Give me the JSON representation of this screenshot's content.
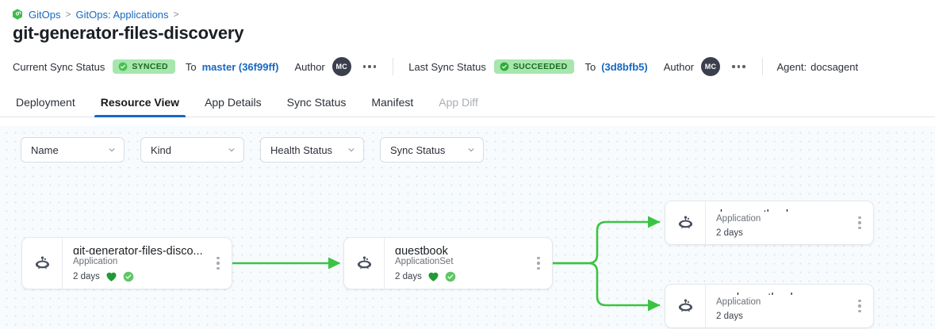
{
  "breadcrumb": {
    "logo_icon": "gitops-hexagon-icon",
    "items": [
      {
        "label": "GitOps",
        "sep": ">"
      },
      {
        "label": "GitOps: Applications",
        "sep": ">"
      }
    ]
  },
  "page": {
    "title": "git-generator-files-discovery"
  },
  "status_bar": {
    "current_sync_label": "Current Sync Status",
    "current_sync_badge": {
      "text": "SYNCED",
      "icon": "check-circle-icon",
      "bg": "#a7e6ad",
      "fg": "#186b23"
    },
    "current_to_label": "To",
    "current_revision": "master (36f99ff)",
    "current_author_label": "Author",
    "current_author_initials": "MC",
    "current_menu_icon": "ellipsis-horizontal-icon",
    "last_sync_label": "Last Sync Status",
    "last_sync_badge": {
      "text": "SUCCEEDED",
      "icon": "check-circle-icon",
      "bg": "#a7e6ad",
      "fg": "#186b23"
    },
    "last_to_label": "To",
    "last_revision": "(3d8bfb5)",
    "last_author_label": "Author",
    "last_author_initials": "MC",
    "last_menu_icon": "ellipsis-horizontal-icon",
    "agent_label": "Agent:",
    "agent_value": "docsagent"
  },
  "tabs": [
    {
      "label": "Deployment",
      "active": false,
      "disabled": false
    },
    {
      "label": "Resource View",
      "active": true,
      "disabled": false
    },
    {
      "label": "App Details",
      "active": false,
      "disabled": false
    },
    {
      "label": "Sync Status",
      "active": false,
      "disabled": false
    },
    {
      "label": "Manifest",
      "active": false,
      "disabled": false
    },
    {
      "label": "App Diff",
      "active": false,
      "disabled": true
    }
  ],
  "filters": [
    {
      "label": "Name",
      "icon": "chevron-down-icon"
    },
    {
      "label": "Kind",
      "icon": "chevron-down-icon"
    },
    {
      "label": "Health Status",
      "icon": "chevron-down-icon"
    },
    {
      "label": "Sync Status",
      "icon": "chevron-down-icon"
    }
  ],
  "graph": {
    "edge_color": "#3cc343",
    "nodes": [
      {
        "id": "root",
        "title": "git-generator-files-disco...",
        "kind": "Application",
        "age": "2 days",
        "icon": "argo-application-icon",
        "health_icon": "heart-icon",
        "sync_icon": "check-circle-icon",
        "has_status": true,
        "menu_icon": "ellipsis-vertical-icon"
      },
      {
        "id": "appset",
        "title": "guestbook",
        "kind": "ApplicationSet",
        "age": "2 days",
        "icon": "argo-application-icon",
        "health_icon": "heart-icon",
        "sync_icon": "check-circle-icon",
        "has_status": true,
        "menu_icon": "ellipsis-vertical-icon"
      },
      {
        "id": "dev",
        "title": "dev-guestbook",
        "kind": "Application",
        "age": "2 days",
        "icon": "argo-application-icon",
        "has_status": false,
        "menu_icon": "ellipsis-vertical-icon"
      },
      {
        "id": "prod",
        "title": "prod-guestbook",
        "kind": "Application",
        "age": "2 days",
        "icon": "argo-application-icon",
        "has_status": false,
        "menu_icon": "ellipsis-vertical-icon"
      }
    ],
    "edges": [
      {
        "from": "root",
        "to": "appset"
      },
      {
        "from": "appset",
        "to": "dev"
      },
      {
        "from": "appset",
        "to": "prod"
      }
    ]
  }
}
